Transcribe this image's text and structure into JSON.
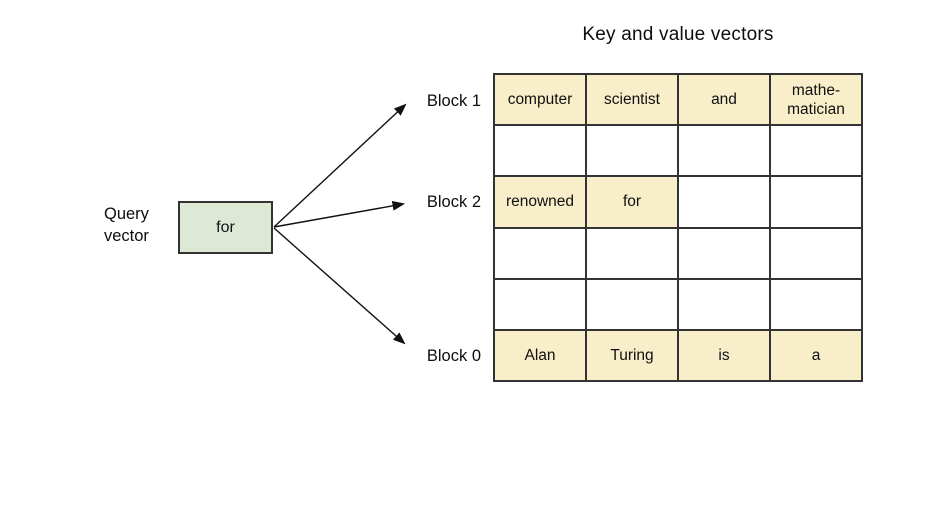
{
  "title": "Key and value vectors",
  "query": {
    "label": "Query\nvector",
    "token": "for"
  },
  "block_labels": [
    {
      "label": "Block 1"
    },
    {
      "label": "Block 2"
    },
    {
      "label": "Block 0"
    }
  ],
  "kv_table": {
    "columns": 4,
    "rows": [
      {
        "block": "Block 1",
        "cells": [
          {
            "text": "computer",
            "filled": true
          },
          {
            "text": "scientist",
            "filled": true
          },
          {
            "text": "and",
            "filled": true
          },
          {
            "text": "mathe-\nmatician",
            "filled": true
          }
        ]
      },
      {
        "block": "",
        "cells": [
          {
            "text": "",
            "filled": false
          },
          {
            "text": "",
            "filled": false
          },
          {
            "text": "",
            "filled": false
          },
          {
            "text": "",
            "filled": false
          }
        ]
      },
      {
        "block": "Block 2",
        "cells": [
          {
            "text": "renowned",
            "filled": true
          },
          {
            "text": "for",
            "filled": true
          },
          {
            "text": "",
            "filled": false
          },
          {
            "text": "",
            "filled": false
          }
        ]
      },
      {
        "block": "",
        "cells": [
          {
            "text": "",
            "filled": false
          },
          {
            "text": "",
            "filled": false
          },
          {
            "text": "",
            "filled": false
          },
          {
            "text": "",
            "filled": false
          }
        ]
      },
      {
        "block": "",
        "cells": [
          {
            "text": "",
            "filled": false
          },
          {
            "text": "",
            "filled": false
          },
          {
            "text": "",
            "filled": false
          },
          {
            "text": "",
            "filled": false
          }
        ]
      },
      {
        "block": "Block 0",
        "cells": [
          {
            "text": "Alan",
            "filled": true
          },
          {
            "text": "Turing",
            "filled": true
          },
          {
            "text": "is",
            "filled": true
          },
          {
            "text": "a",
            "filled": true
          }
        ]
      }
    ]
  },
  "colors": {
    "highlight": "#f8eeca",
    "query_box": "#dde8d5",
    "border": "#333333",
    "arrow": "#111111"
  }
}
